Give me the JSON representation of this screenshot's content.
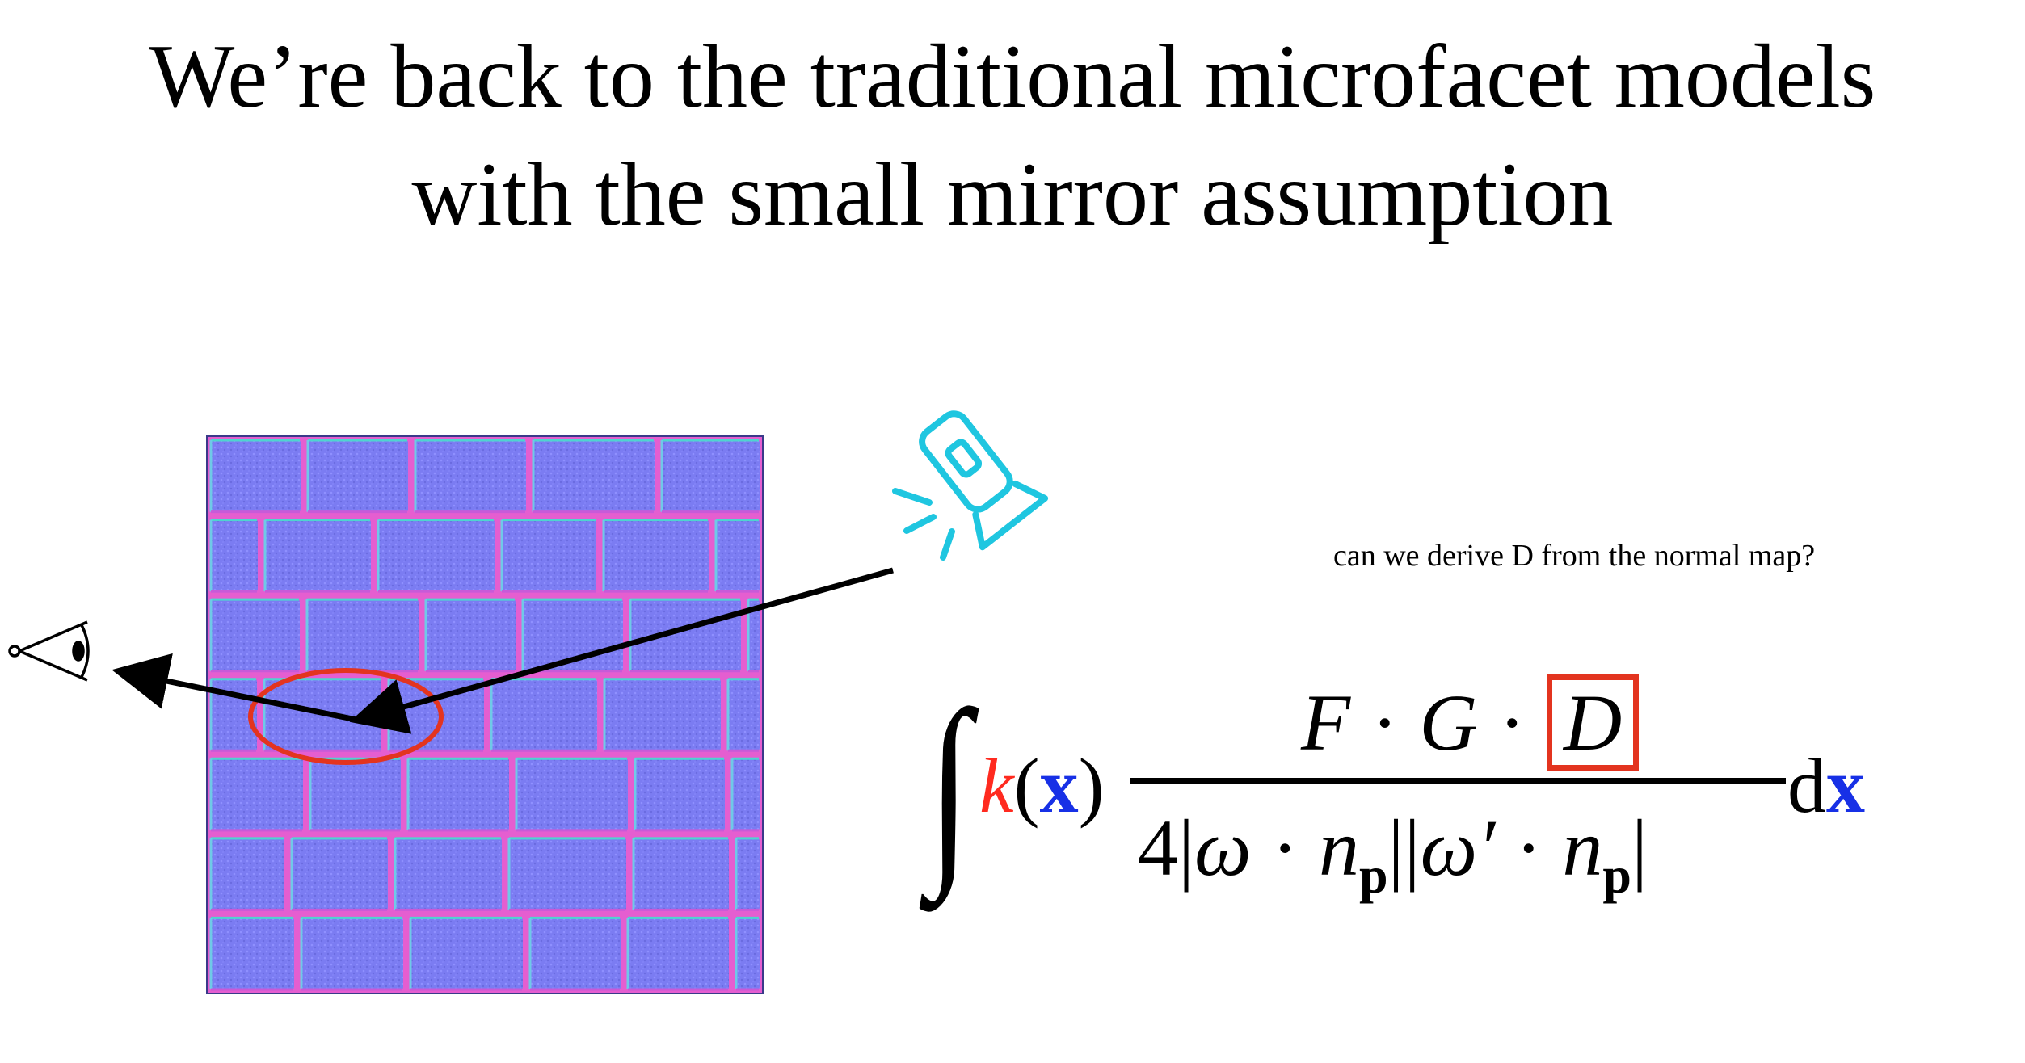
{
  "title": {
    "line1": "We’re back to the traditional microfacet models",
    "line2": "with the small mirror assumption"
  },
  "question": "can we derive D from the normal map?",
  "equation": {
    "integral": "∫",
    "k": "k",
    "open_paren": "(",
    "x": "x",
    "close_paren": ")",
    "F": "F",
    "dot": "·",
    "G": "G",
    "D": "D",
    "four": "4",
    "bar": "|",
    "omega": "ω",
    "omega_prime": "ω′",
    "n": "n",
    "p": "p",
    "d": "d"
  },
  "colors": {
    "k": "#ff2a1f",
    "x": "#1730e6",
    "highlight_box": "#e3341f",
    "brick": "#7b7cf2",
    "mortar_light": "#4fd4cf",
    "mortar_dark": "#d65ad6",
    "flashlight": "#1fc6e0",
    "arrows": "#000000"
  },
  "icons": [
    "eye-icon",
    "flashlight-icon"
  ]
}
